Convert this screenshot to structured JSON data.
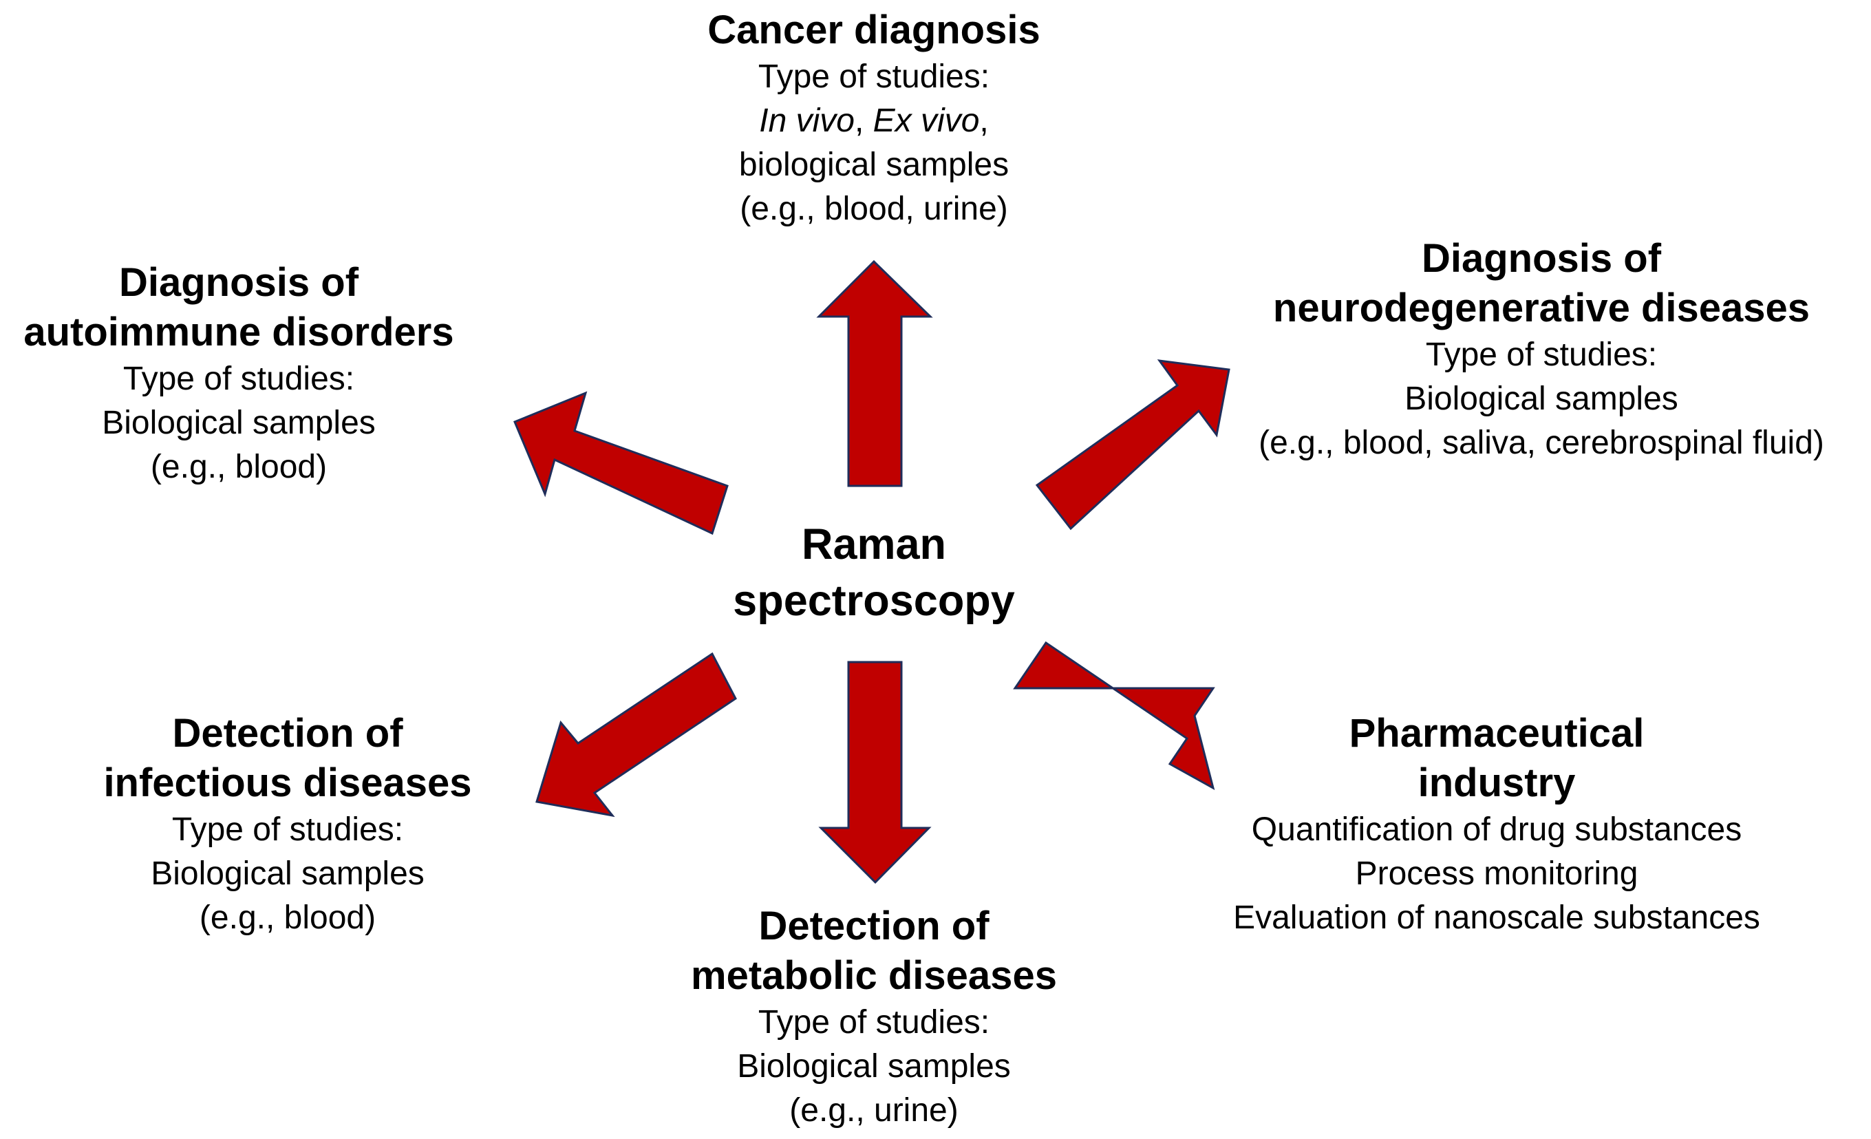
{
  "center": {
    "lines": [
      "Raman",
      "spectroscopy"
    ]
  },
  "nodes": {
    "cancer": {
      "title": [
        "Cancer diagnosis"
      ],
      "study_label": "Type of studies:",
      "types_italic_1": "In vivo",
      "types_sep_1": ", ",
      "types_italic_2": "Ex vivo",
      "types_sep_2": ",",
      "details": [
        "biological samples",
        "(e.g., blood, urine)"
      ]
    },
    "neuro": {
      "title": [
        "Diagnosis of",
        "neurodegenerative diseases"
      ],
      "details": [
        "Type of studies:",
        "Biological samples",
        "(e.g., blood, saliva, cerebrospinal fluid)"
      ]
    },
    "autoimmune": {
      "title": [
        "Diagnosis of",
        "autoimmune disorders"
      ],
      "details": [
        "Type of studies:",
        "Biological samples",
        "(e.g., blood)"
      ]
    },
    "infectious": {
      "title": [
        "Detection of",
        "infectious diseases"
      ],
      "details": [
        "Type of studies:",
        "Biological samples",
        "(e.g., blood)"
      ]
    },
    "metabolic": {
      "title": [
        "Detection of",
        "metabolic diseases"
      ],
      "details": [
        "Type of studies:",
        "Biological samples",
        "(e.g., urine)"
      ]
    },
    "pharma": {
      "title": [
        "Pharmaceutical",
        "industry"
      ],
      "details": [
        "Quantification of drug substances",
        "Process monitoring",
        "Evaluation of nanoscale substances"
      ]
    }
  },
  "colors": {
    "arrow_fill": "#c00000",
    "arrow_stroke": "#1f2d5a"
  }
}
